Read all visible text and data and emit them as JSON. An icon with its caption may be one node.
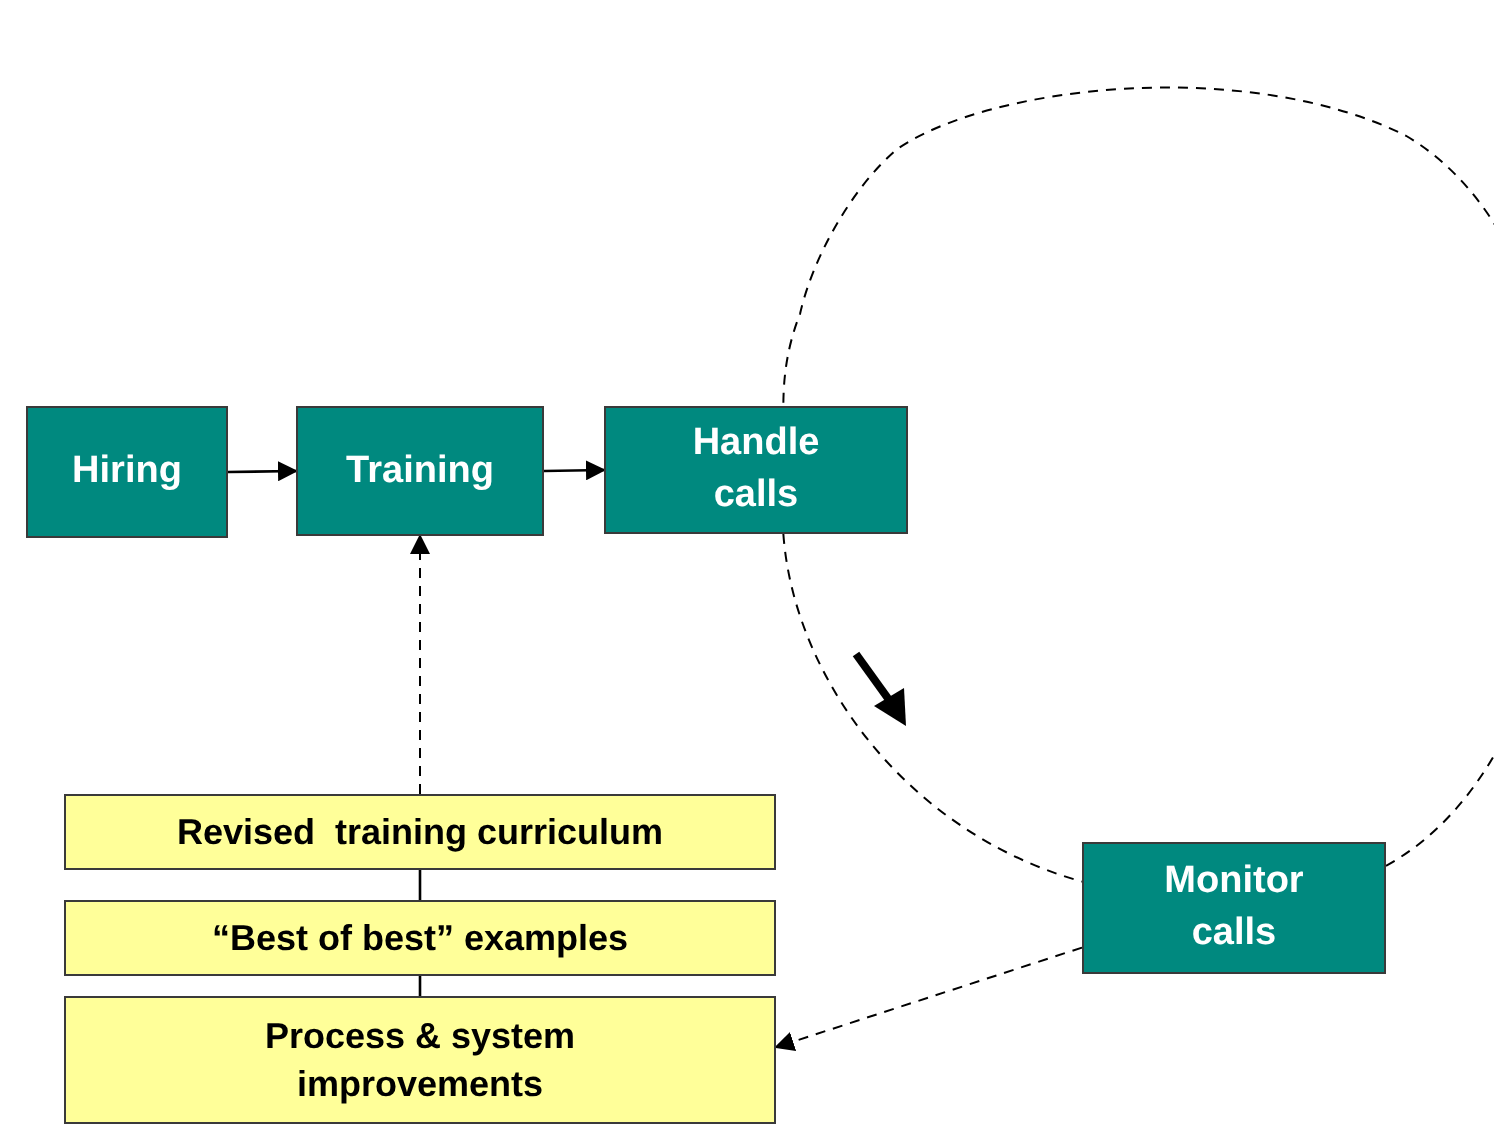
{
  "diagram": {
    "nodes": [
      {
        "text": [
          "Hiring"
        ]
      },
      {
        "text": [
          "Training"
        ]
      },
      {
        "text": [
          "Handle calls"
        ]
      },
      {
        "text": [
          "Monitor calls"
        ]
      },
      {
        "text": [
          "Revised  training curriculum"
        ]
      },
      {
        "text": [
          "“Best of best” examples"
        ]
      },
      {
        "text": [
          "Process & system improvements"
        ]
      }
    ],
    "edges": [
      {
        "from": 0,
        "to": 1,
        "arrow": "to"
      },
      {
        "from": 1,
        "to": 2,
        "arrow": "to"
      },
      {
        "from": 2,
        "to": 3,
        "arrow": "none",
        "style": "dashed"
      },
      {
        "from": 3,
        "to": 2,
        "arrow": "none",
        "style": "dashed"
      },
      {
        "from": 4,
        "to": 1,
        "arrow": "to",
        "style": "dashed"
      },
      {
        "from": 5,
        "to": 4,
        "arrow": "none"
      },
      {
        "from": 6,
        "to": 5,
        "arrow": "none"
      },
      {
        "from": 3,
        "to": 6,
        "arrow": "to",
        "style": "dashed"
      }
    ]
  }
}
